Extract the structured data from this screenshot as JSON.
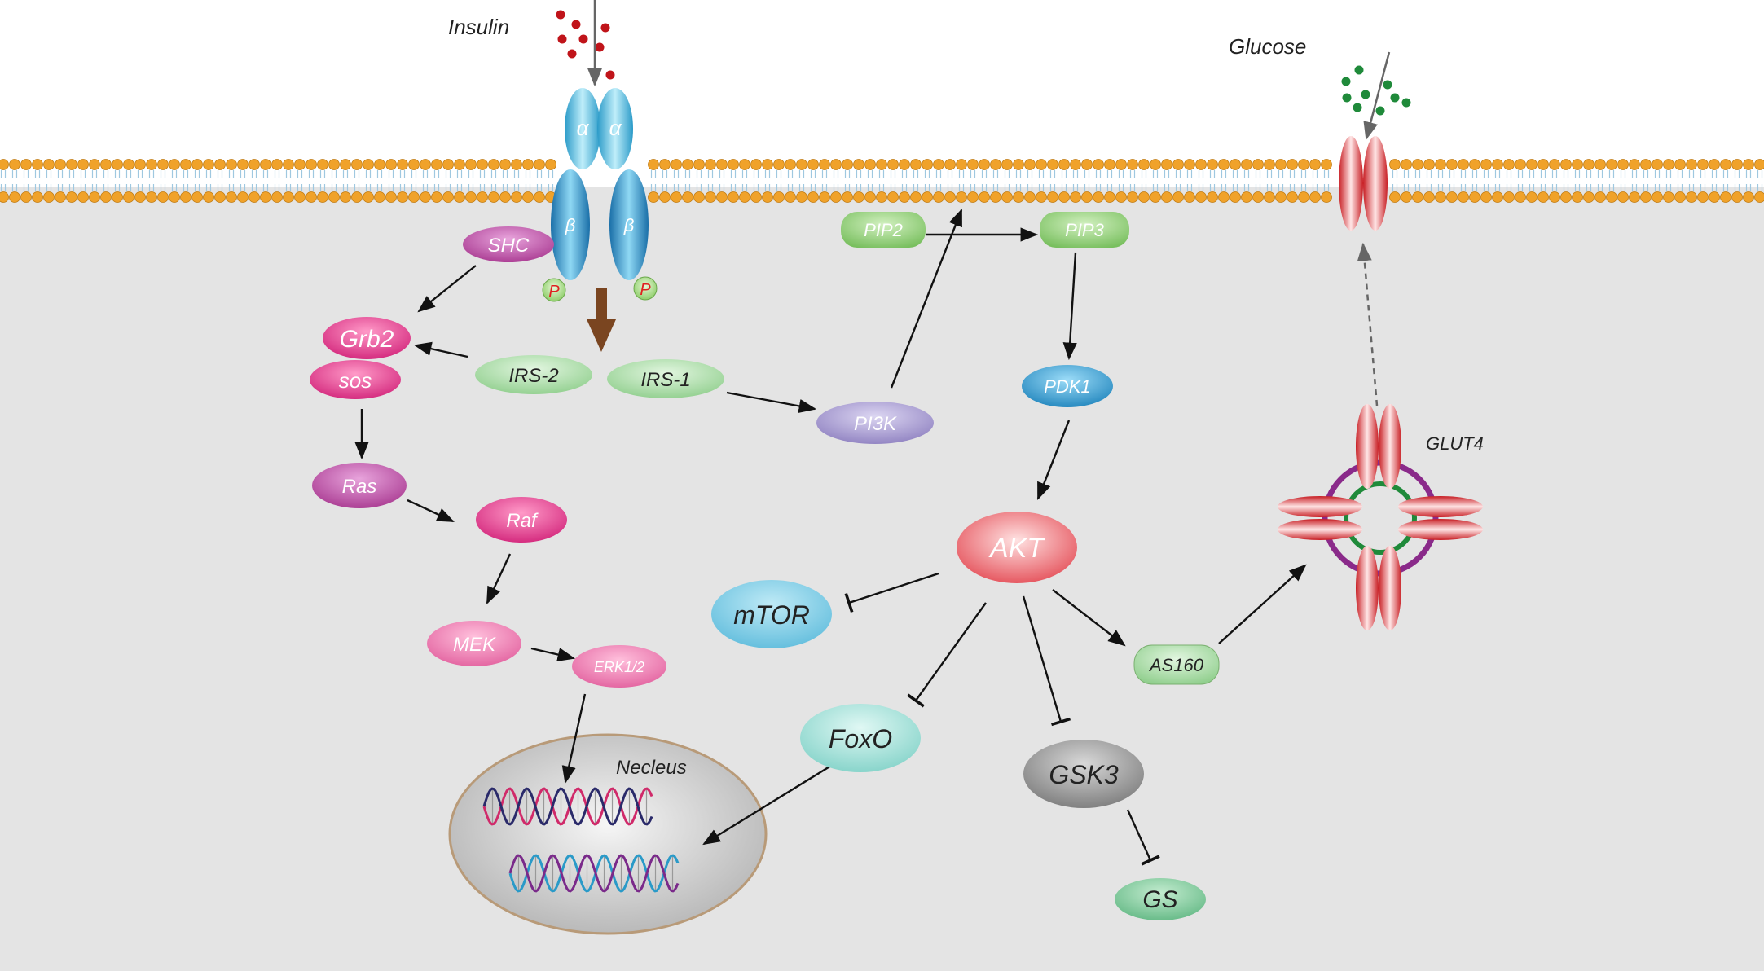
{
  "labels": {
    "insulin": "Insulin",
    "glucose": "Glucose",
    "glut4": "GLUT4",
    "nucleus": "Necleus"
  },
  "receptor": {
    "alpha": "α",
    "beta": "β",
    "phospho": "P"
  },
  "nodes": {
    "shc": "SHC",
    "grb2": "Grb2",
    "sos": "sos",
    "irs2": "IRS-2",
    "irs1": "IRS-1",
    "ras": "Ras",
    "raf": "Raf",
    "mek": "MEK",
    "erk": "ERK1/2",
    "pi3k": "PI3K",
    "pip2": "PIP2",
    "pip3": "PIP3",
    "pdk1": "PDK1",
    "akt": "AKT",
    "mtor": "mTOR",
    "as160": "AS160",
    "foxo": "FoxO",
    "gsk3": "GSK3",
    "gs": "GS"
  },
  "colors": {
    "cytoplasm": "#e4e4e4",
    "lipid_head": "#f0a22a",
    "receptor": "#2a86c0",
    "glut": "#d8262a",
    "insulin_dot": "#c0141a",
    "glucose_dot": "#1f8a3a",
    "magenta": "#d6287a",
    "pink": "#e86aa8",
    "purple": "#b0449a",
    "green_pill": "#7fc66a",
    "light_green": "#9fd49a",
    "lavender": "#9b8fc8",
    "blue": "#2a8fc6",
    "red": "#e8525a",
    "sky": "#6bc3e0",
    "teal": "#8ed8d0",
    "grey": "#888888",
    "mint": "#6fc08e",
    "brown_arrow": "#7a4520"
  }
}
